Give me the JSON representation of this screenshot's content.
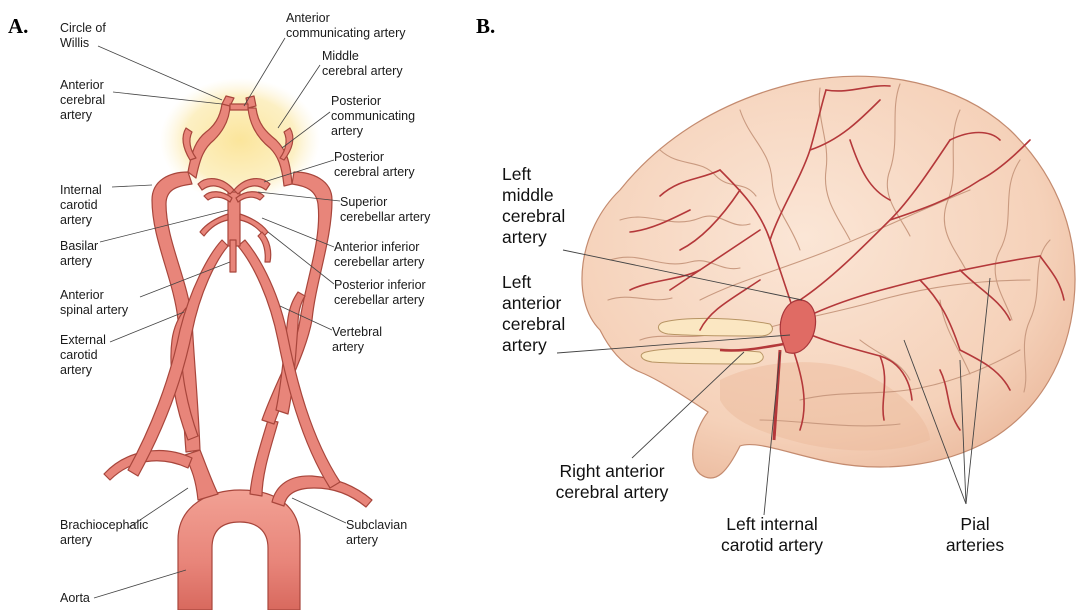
{
  "panels": {
    "a": "A.",
    "b": "B."
  },
  "labels_a": {
    "circle_of_willis": "Circle of\nWillis",
    "anterior_communicating": "Anterior\ncommunicating artery",
    "middle_cerebral": "Middle\ncerebral artery",
    "anterior_cerebral": "Anterior\ncerebral\nartery",
    "posterior_communicating": "Posterior\ncommunicating\nartery",
    "posterior_cerebral": "Posterior\ncerebral artery",
    "internal_carotid": "Internal\ncarotid\nartery",
    "superior_cerebellar": "Superior\ncerebellar artery",
    "basilar": "Basilar\nartery",
    "anterior_inferior_cerebellar": "Anterior inferior\ncerebellar artery",
    "posterior_inferior_cerebellar": "Posterior inferior\ncerebellar artery",
    "anterior_spinal": "Anterior\nspinal artery",
    "vertebral": "Vertebral\nartery",
    "external_carotid": "External\ncarotid\nartery",
    "brachiocephalic": "Brachiocephalic\nartery",
    "subclavian": "Subclavian\nartery",
    "aorta": "Aorta"
  },
  "labels_b": {
    "left_middle_cerebral": "Left\nmiddle\ncerebral\nartery",
    "left_anterior_cerebral": "Left\nanterior\ncerebral\nartery",
    "right_anterior_cerebral": "Right anterior\ncerebral artery",
    "left_internal_carotid": "Left internal\ncarotid artery",
    "pial_arteries": "Pial\narteries"
  },
  "colors": {
    "artery_fill": "#e8857a",
    "artery_stroke": "#a8463c",
    "artery_highlight": "#f6b5a8",
    "circle_glow": "#fbe7a6",
    "brain_fill": "#f6d5bf",
    "brain_shadow": "#eab79a",
    "sulcus": "#c99a80",
    "pial_vessel": "#b4383a",
    "leader_line": "#444444"
  }
}
